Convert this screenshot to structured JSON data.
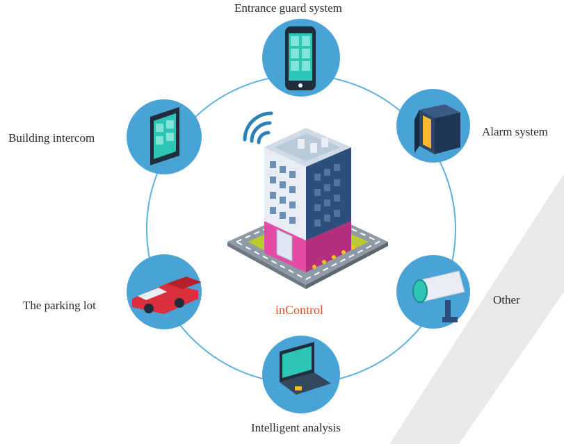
{
  "colors": {
    "node_fill": "#4aa3d6",
    "ring_stroke": "#5eb0df",
    "center_label": "#e0551f",
    "watermark": "#e8e8e8"
  },
  "center": {
    "label": "inControl",
    "icon": "smart-building-icon"
  },
  "nodes": [
    {
      "label": "Entrance guard system",
      "icon": "smartphone-control-icon"
    },
    {
      "label": "Alarm system",
      "icon": "safe-box-icon"
    },
    {
      "label": "Other",
      "icon": "security-camera-icon"
    },
    {
      "label": "Intelligent analysis",
      "icon": "laptop-icon"
    },
    {
      "label": "The parking lot",
      "icon": "pickup-truck-icon"
    },
    {
      "label": "Building intercom",
      "icon": "tablet-control-icon"
    }
  ]
}
